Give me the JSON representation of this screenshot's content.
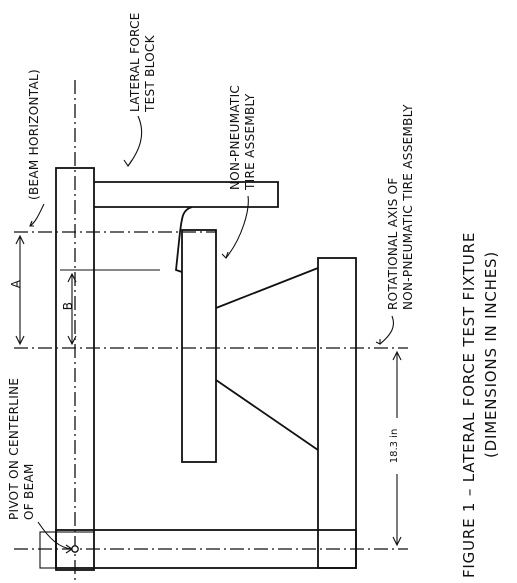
{
  "labels": {
    "beam_horizontal": "(BEAM HORIZONTAL)",
    "lateral_force_block_1": "LATERAL FORCE",
    "lateral_force_block_2": "TEST BLOCK",
    "tire_assembly_1": "NON-PNEUMATIC",
    "tire_assembly_2": "TIRE ASSEMBLY",
    "rotational_axis_1": "ROTATIONAL AXIS OF",
    "rotational_axis_2": "NON-PNEUMATIC TIRE ASSEMBLY",
    "pivot_1": "PIVOT ON CENTERLINE",
    "pivot_2": "OF BEAM"
  },
  "dimensions": {
    "a": "A",
    "b": "B",
    "distance": "18.3 in"
  },
  "caption": {
    "line1": "FIGURE 1  –  LATERAL FORCE TEST FIXTURE",
    "line2": "(DIMENSIONS IN INCHES)"
  }
}
